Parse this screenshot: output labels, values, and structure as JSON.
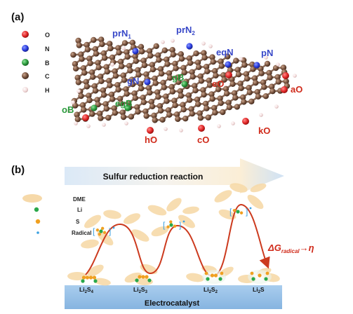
{
  "panel_a": {
    "label": "(a)",
    "legend": [
      {
        "symbol": "O",
        "color": "#e02525"
      },
      {
        "symbol": "N",
        "color": "#2a3be0"
      },
      {
        "symbol": "B",
        "color": "#2a9a3c"
      },
      {
        "symbol": "C",
        "color": "#7a5540"
      },
      {
        "symbol": "H",
        "color": "#f2d8d8"
      }
    ],
    "site_labels": {
      "prN1_base": "prN",
      "prN1_sub": "1",
      "prN2_base": "prN",
      "prN2_sub": "2",
      "eqN": "eqN",
      "pN": "pN",
      "gN": "gN",
      "gB": "gB",
      "eO": "eO",
      "aO": "aO",
      "oB": "oB",
      "egB": "egB",
      "hO": "hO",
      "cO": "cO",
      "kO": "kO"
    }
  },
  "panel_b": {
    "label": "(b)",
    "arrow_text": "Sulfur reduction reaction",
    "legend": [
      {
        "label": "DME",
        "icon": "dme-ellipse",
        "color": "#f6d9a9"
      },
      {
        "label": "Li",
        "icon": "li-dot",
        "color": "#2aa84a"
      },
      {
        "label": "S",
        "icon": "s-dot",
        "color": "#f0a020"
      },
      {
        "label": "Radical",
        "icon": "radical-dot",
        "color": "#3aa0e0"
      }
    ],
    "equation_parts": {
      "delta_g": "ΔG",
      "sub": "radical",
      "arrow": "→",
      "eta": "η"
    },
    "equation_color": "#d02a1a",
    "species": [
      {
        "base": "Li",
        "sub1": "2",
        "mid": "S",
        "sub2": "4"
      },
      {
        "base": "Li",
        "sub1": "2",
        "mid": "S",
        "sub2": "3"
      },
      {
        "base": "Li",
        "sub1": "2",
        "mid": "S",
        "sub2": "2"
      },
      {
        "base": "Li",
        "sub1": "2",
        "mid": "S",
        "sub2": ""
      }
    ],
    "electrocatalyst": "Electrocatalyst",
    "radical_mark": "•"
  }
}
